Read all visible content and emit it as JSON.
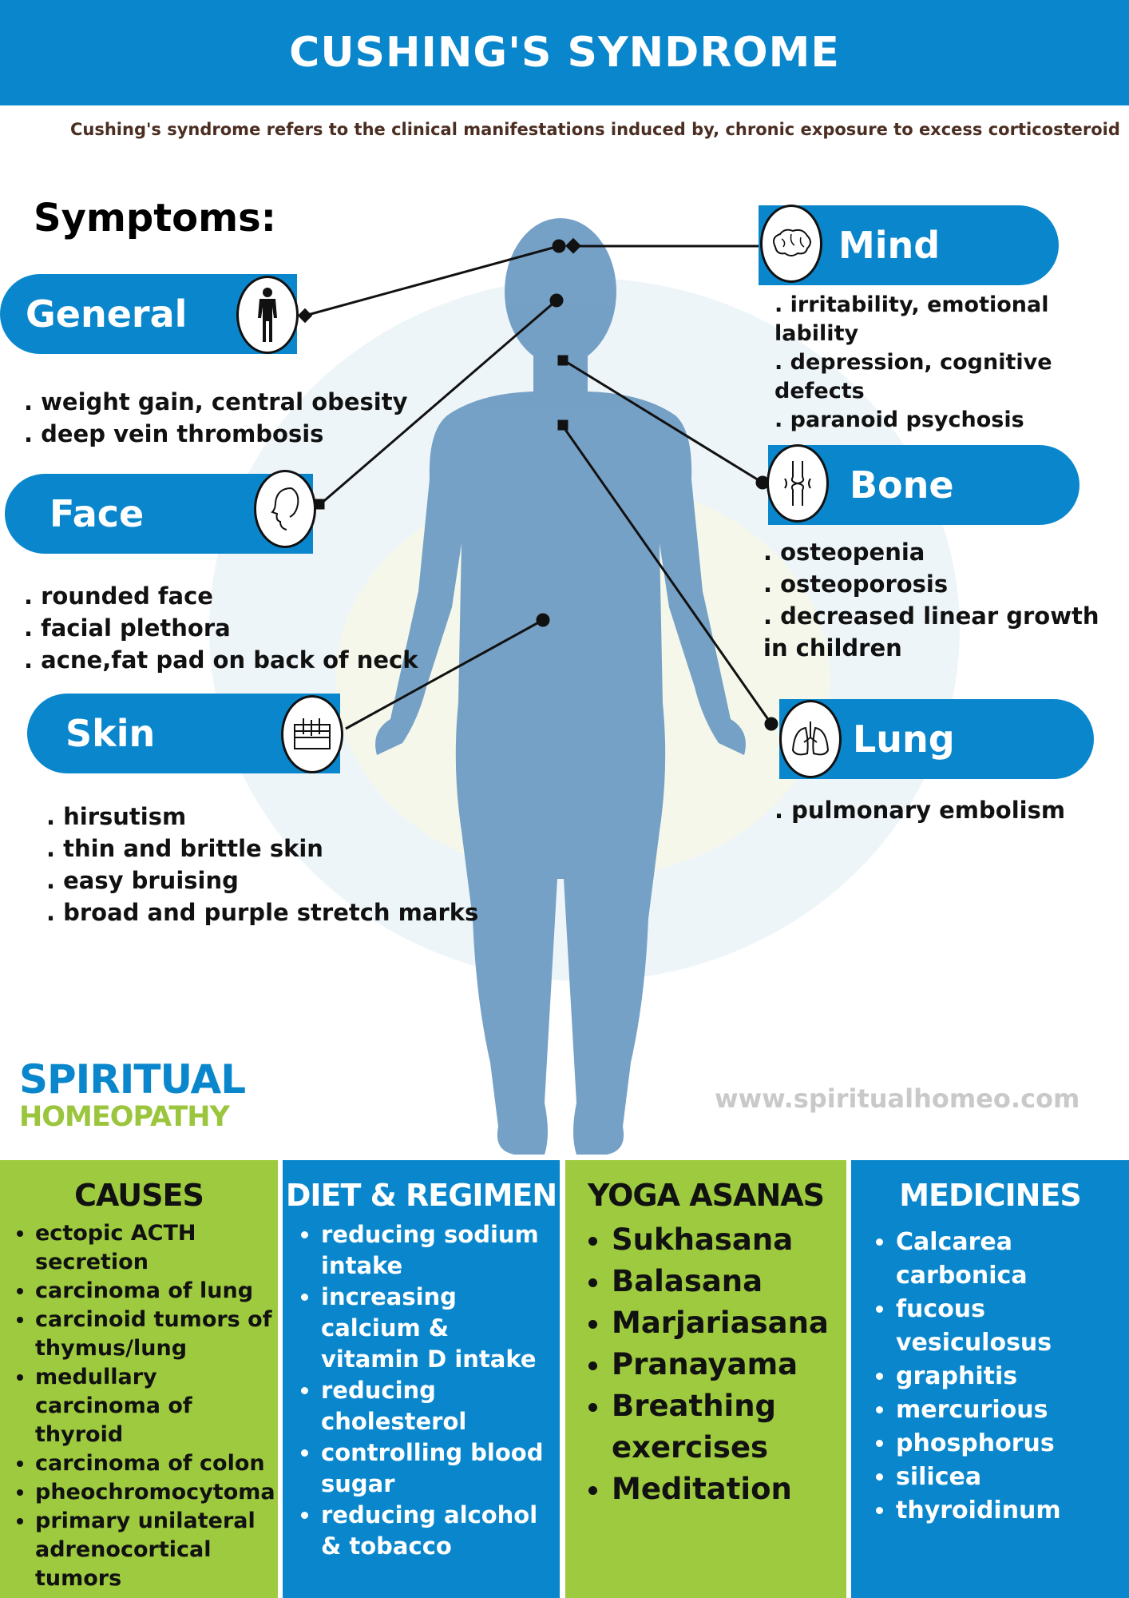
{
  "header": {
    "title": "CUSHING'S SYNDROME"
  },
  "subtitle": "Cushing's syndrome refers to the clinical manifestations induced by, chronic exposure to excess corticosteroid",
  "symptoms_title": "Symptoms:",
  "categories": {
    "general": {
      "label": "General",
      "icon": "human-figure-icon",
      "items": [
        "weight gain, central obesity",
        "deep vein thrombosis"
      ]
    },
    "face": {
      "label": "Face",
      "icon": "face-profile-icon",
      "items": [
        "rounded face",
        "facial plethora",
        "acne,fat pad on back of neck"
      ]
    },
    "skin": {
      "label": "Skin",
      "icon": "skin-layers-icon",
      "items": [
        "hirsutism",
        "thin and brittle skin",
        "easy bruising",
        "broad and purple stretch marks"
      ]
    },
    "mind": {
      "label": "Mind",
      "icon": "brain-icon",
      "items": [
        "irritability, emotional lability",
        "depression, cognitive defects",
        "paranoid psychosis"
      ]
    },
    "bone": {
      "label": "Bone",
      "icon": "bone-joint-icon",
      "items": [
        "osteopenia",
        "osteoporosis",
        "decreased linear growth in children"
      ]
    },
    "lung": {
      "label": "Lung",
      "icon": "lungs-icon",
      "items": [
        "pulmonary embolism"
      ]
    }
  },
  "brand": {
    "line1": "SPIRITUAL",
    "line2": "HOMEOPATHY",
    "website": "www.spiritualhomeo.com"
  },
  "colors": {
    "blue": "#0a87cc",
    "green": "#9dca3e",
    "body": "#6f9cc4"
  },
  "bottom": {
    "causes": {
      "title": "CAUSES",
      "items": [
        "ectopic ACTH secretion",
        "carcinoma of lung",
        "carcinoid tumors of thymus/lung",
        "medullary carcinoma of thyroid",
        "carcinoma of colon",
        "pheochromocytoma",
        "primary unilateral adrenocortical tumors"
      ]
    },
    "diet": {
      "title": "DIET & REGIMEN",
      "items": [
        "reducing sodium intake",
        "increasing calcium & vitamin D intake",
        "reducing cholesterol",
        "controlling blood sugar",
        "reducing alcohol & tobacco"
      ]
    },
    "yoga": {
      "title": "YOGA ASANAS",
      "items": [
        "Sukhasana",
        "Balasana",
        "Marjariasana",
        "Pranayama",
        "Breathing exercises",
        "Meditation"
      ]
    },
    "medicines": {
      "title": "MEDICINES",
      "items": [
        "Calcarea carbonica",
        "fucous vesiculosus",
        "graphitis",
        "mercurious",
        "phosphorus",
        "silicea",
        "thyroidinum"
      ]
    }
  }
}
